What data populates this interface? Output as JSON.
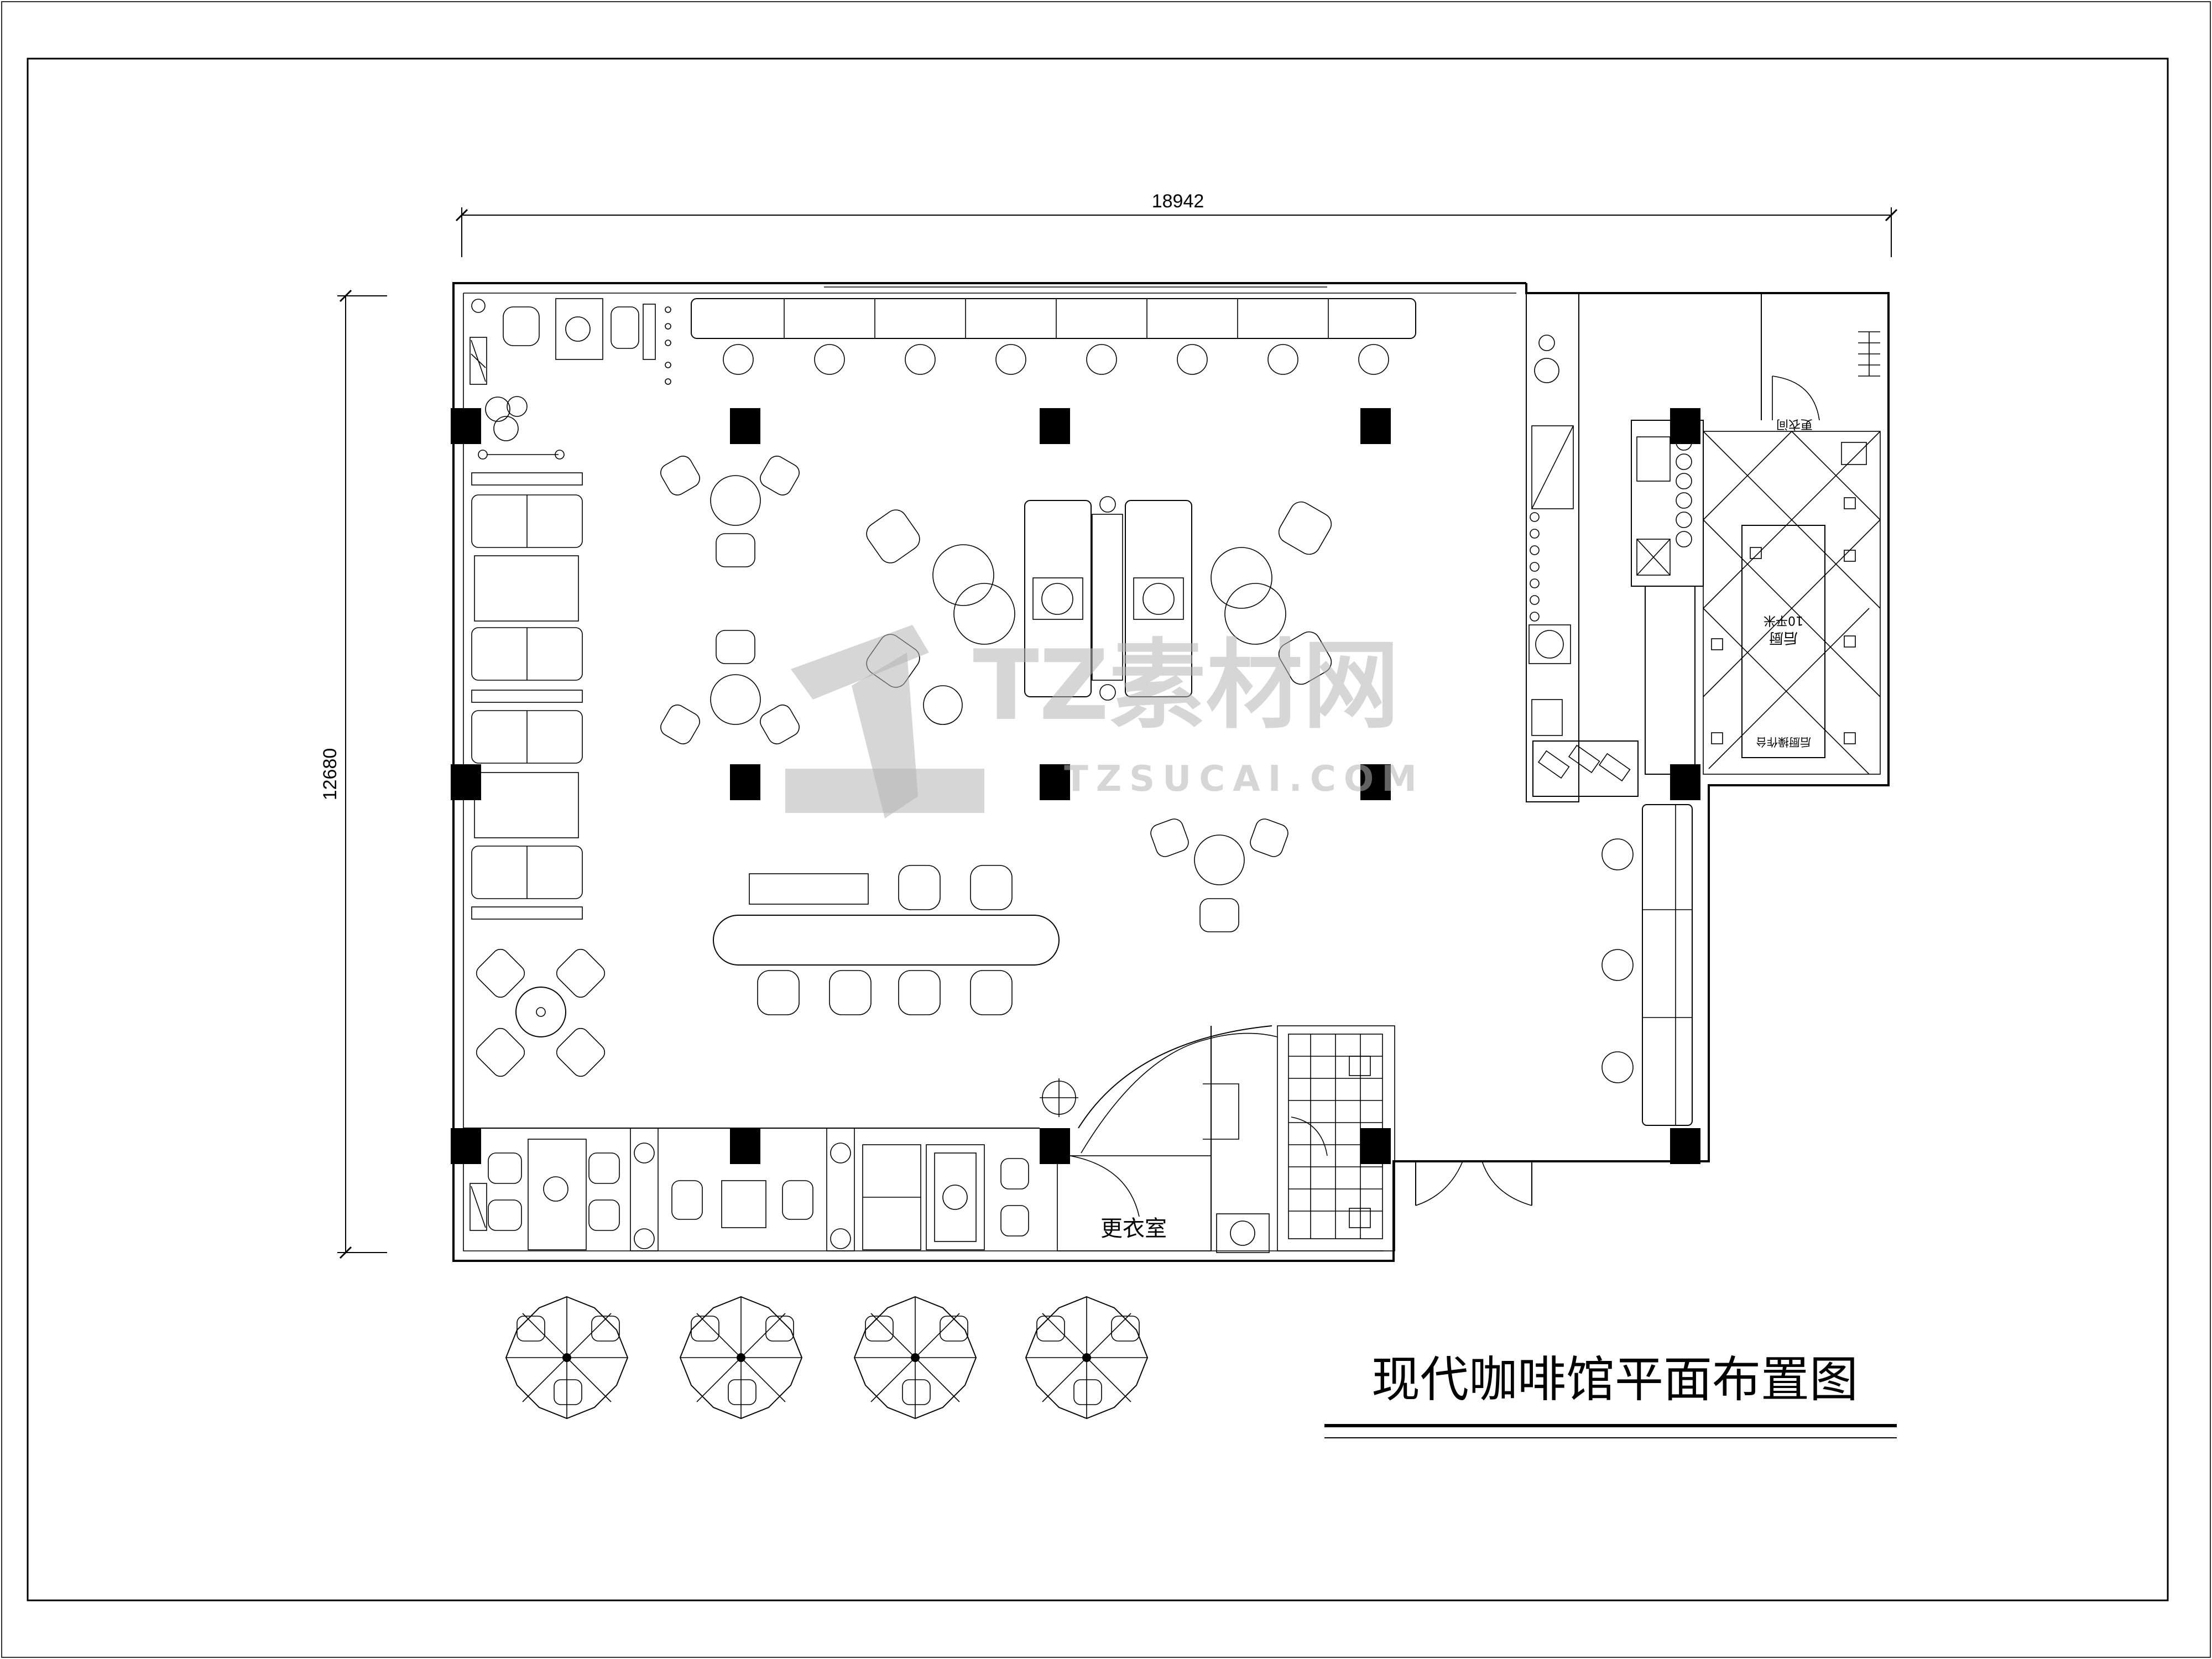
{
  "drawing": {
    "title": "现代咖啡馆平面布置图",
    "dimensions": {
      "width": "18942",
      "height": "12680"
    },
    "room_labels": {
      "dressing_room": "更衣室",
      "staff_dressing": "更衣间",
      "back_kitchen": "后厨",
      "area": "10平米",
      "prep_counter": "后厨操作台"
    }
  },
  "watermark": {
    "brand": "TZ素材网",
    "url": "TZSUCAI.COM"
  }
}
